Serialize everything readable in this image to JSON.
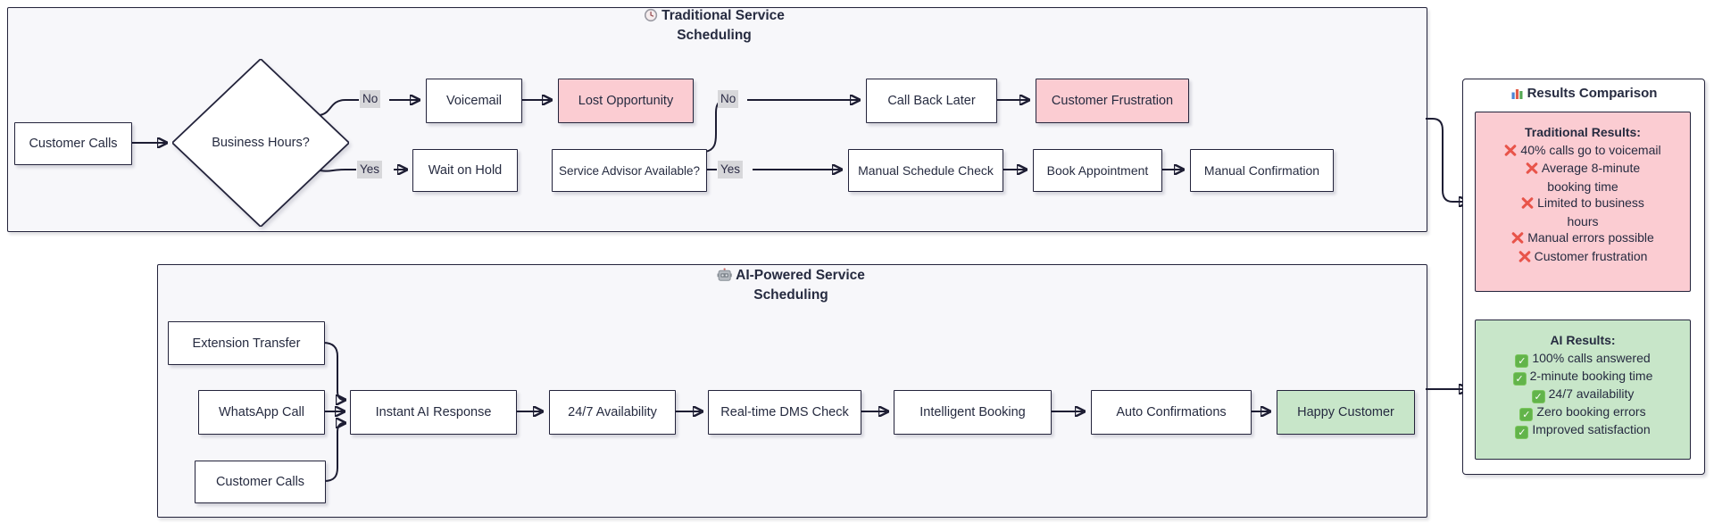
{
  "traditional_flow": {
    "title": {
      "icon": "clock-icon",
      "line1": "Traditional Service",
      "line2": "Scheduling"
    },
    "nodes": {
      "customer_calls": "Customer Calls",
      "business_hours": "Business Hours?",
      "voicemail": "Voicemail",
      "lost_opportunity": "Lost Opportunity",
      "wait_on_hold": "Wait on Hold",
      "service_advisor": "Service Advisor Available?",
      "call_back_later": "Call Back Later",
      "customer_frustration": "Customer Frustration",
      "manual_schedule_check": "Manual Schedule Check",
      "book_appointment": "Book Appointment",
      "manual_confirmation": "Manual Confirmation"
    },
    "edge_labels": {
      "business_hours_no": "No",
      "business_hours_yes": "Yes",
      "advisor_no": "No",
      "advisor_yes": "Yes"
    }
  },
  "ai_flow": {
    "title": {
      "icon": "robot-icon",
      "line1": "AI-Powered Service",
      "line2": "Scheduling"
    },
    "nodes": {
      "extension_transfer": "Extension Transfer",
      "whatsapp_call": "WhatsApp Call",
      "customer_calls": "Customer Calls",
      "instant_ai_response": "Instant AI Response",
      "availability": "24/7 Availability",
      "dms_check": "Real-time DMS Check",
      "intelligent_booking": "Intelligent Booking",
      "auto_confirmations": "Auto Confirmations",
      "happy_customer": "Happy Customer"
    }
  },
  "results": {
    "title": {
      "icon": "bar-chart-icon",
      "text": "Results Comparison"
    },
    "traditional": {
      "heading": "Traditional Results:",
      "item_icon": "cross-icon",
      "items": [
        "40% calls go to voicemail",
        "Average 8-minute\nbooking time",
        "Limited to business\nhours",
        "Manual errors possible",
        "Customer frustration"
      ]
    },
    "ai": {
      "heading": "AI Results:",
      "item_icon": "check-icon",
      "check_glyph": "✓",
      "items": [
        "100% calls answered",
        "2-minute booking time",
        "24/7 availability",
        "Zero booking errors",
        "Improved satisfaction"
      ]
    }
  },
  "colors": {
    "node_border": "#23233b",
    "node_fill": "#ffffff",
    "negative_fill": "#fbccd2",
    "positive_fill": "#c8e6c9",
    "subgraph_fill": "#f7f7fa",
    "edge": "#1d1d33",
    "edge_label_bg": "#d7d7da",
    "cross_red": "#e8544a",
    "check_green": "#62b44a",
    "text": "#262b40"
  }
}
